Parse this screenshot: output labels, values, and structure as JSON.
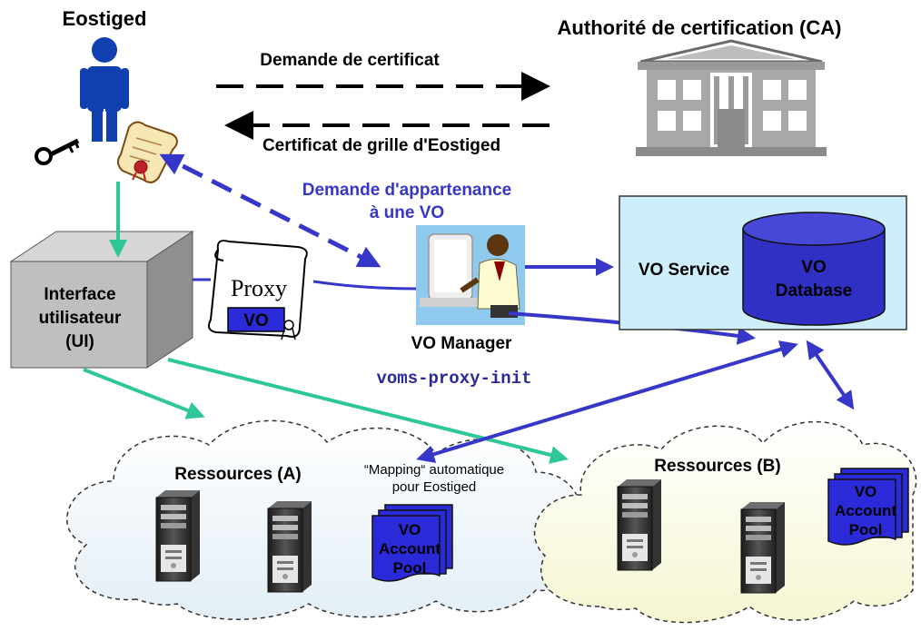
{
  "user": {
    "name": "Eostiged"
  },
  "ca": {
    "title": "Authorité de certification (CA)"
  },
  "arrows": {
    "cert_request": "Demande de certificat",
    "grid_cert": "Certificat de grille d'Eostiged",
    "vo_membership_line1": "Demande d'appartenance",
    "vo_membership_line2": "à une VO"
  },
  "ui_box": {
    "line1": "Interface",
    "line2": "utilisateur",
    "line3": "(UI)"
  },
  "proxy": {
    "label": "Proxy",
    "badge": "VO"
  },
  "vo_manager": {
    "label": "VO Manager",
    "command": "voms-proxy-init"
  },
  "vo_service": {
    "label": "VO Service",
    "db_line1": "VO",
    "db_line2": "Database"
  },
  "resources_a": {
    "title": "Ressources (A)",
    "mapping_line1": "“Mapping“ automatique",
    "mapping_line2": "pour Eostiged",
    "pool_line1": "VO",
    "pool_line2": "Account",
    "pool_line3": "Pool"
  },
  "resources_b": {
    "title": "Ressources (B)",
    "pool_line1": "VO",
    "pool_line2": "Account",
    "pool_line3": "Pool"
  },
  "colors": {
    "blue_arrow": "#3636c8",
    "green_arrow": "#2fc79a",
    "pool_blue": "#2a2ad8",
    "vo_service_bg": "#cdeefa",
    "db_blue": "#3030c4",
    "cloud_a": "#eef6fb",
    "cloud_b": "#fbfbe2"
  }
}
